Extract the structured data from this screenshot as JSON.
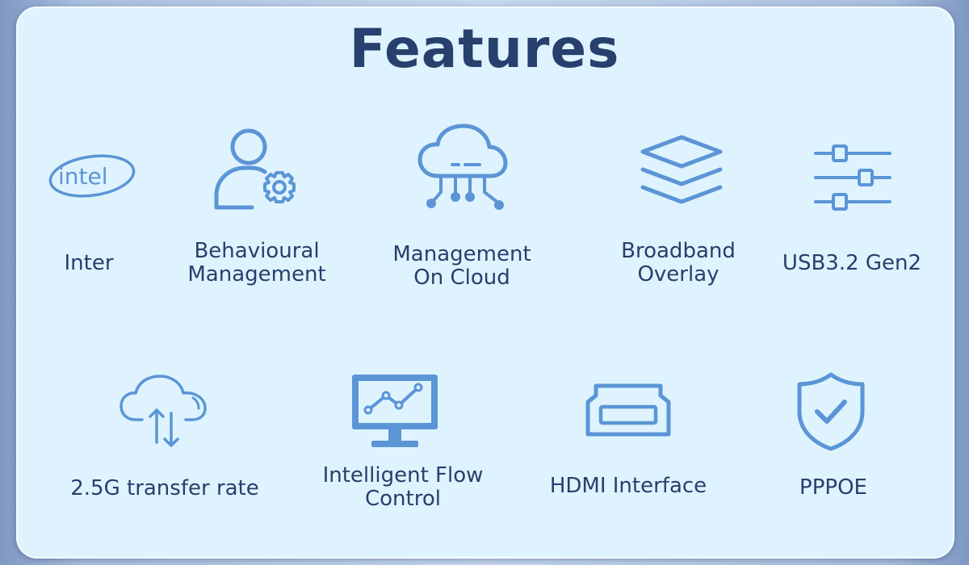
{
  "page": {
    "title": "Features"
  },
  "features": [
    {
      "label": "Inter",
      "icon": "intel-logo-icon",
      "logo_text": "intel"
    },
    {
      "label_line1": "Behavioural",
      "label_line2": "Management",
      "icon": "user-settings-icon"
    },
    {
      "label_line1": "Management",
      "label_line2": "On Cloud",
      "icon": "cloud-network-icon"
    },
    {
      "label_line1": "Broadband",
      "label_line2": "Overlay",
      "icon": "layers-icon"
    },
    {
      "label": "USB3.2 Gen2",
      "icon": "sliders-icon"
    },
    {
      "label": "2.5G transfer rate",
      "icon": "cloud-transfer-icon"
    },
    {
      "label_line1": "Intelligent Flow",
      "label_line2": "Control",
      "icon": "monitor-chart-icon"
    },
    {
      "label": "HDMI Interface",
      "icon": "hdmi-port-icon"
    },
    {
      "label": "PPPOE",
      "icon": "shield-check-icon"
    }
  ],
  "colors": {
    "title": "#27406d",
    "label": "#27406d",
    "icon": "#5b95d6",
    "panel": "#def3fd"
  }
}
